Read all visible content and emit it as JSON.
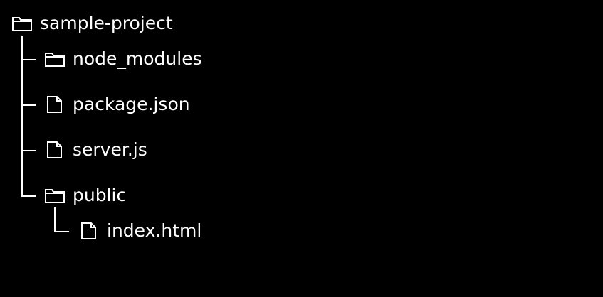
{
  "colors": {
    "background": "#000000",
    "foreground": "#ffffff"
  },
  "tree": {
    "root": {
      "label": "sample-project",
      "icon": "folder-icon"
    },
    "children": [
      {
        "label": "node_modules",
        "icon": "folder-icon"
      },
      {
        "label": "package.json",
        "icon": "file-icon"
      },
      {
        "label": "server.js",
        "icon": "file-icon"
      },
      {
        "label": "public",
        "icon": "folder-icon",
        "children": [
          {
            "label": "index.html",
            "icon": "file-icon"
          }
        ]
      }
    ]
  }
}
